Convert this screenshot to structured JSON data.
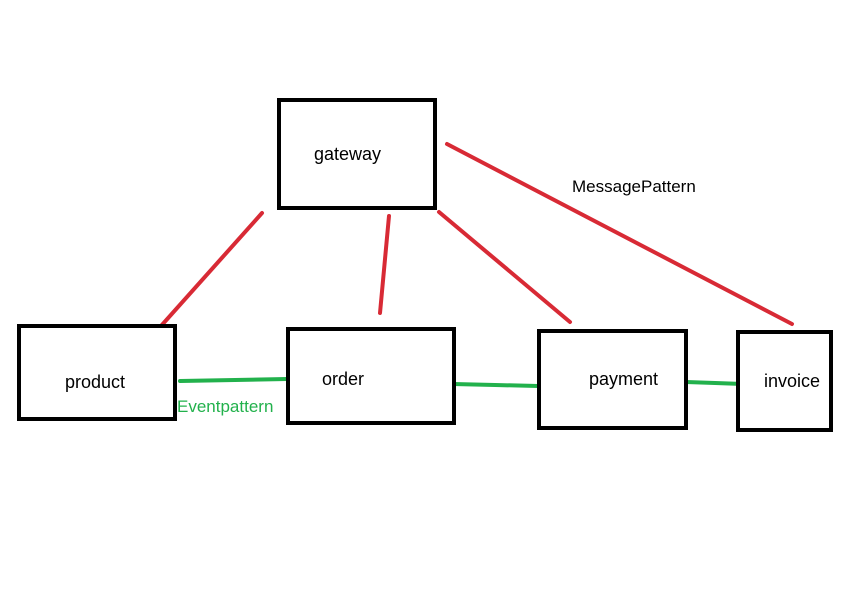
{
  "colors": {
    "message_edge": "#d82a35",
    "event_edge": "#22b14c",
    "box_border": "#000000",
    "message_label_text": "#000000",
    "event_label_text": "#22b14c"
  },
  "nodes": {
    "gateway": "gateway",
    "product": "product",
    "order": "order",
    "payment": "payment",
    "invoice": "invoice"
  },
  "edge_labels": {
    "message": "MessagePattern",
    "event": "Eventpattern"
  },
  "edges": [
    {
      "from": "gateway",
      "to": "product",
      "kind": "message"
    },
    {
      "from": "gateway",
      "to": "order",
      "kind": "message"
    },
    {
      "from": "gateway",
      "to": "payment",
      "kind": "message"
    },
    {
      "from": "gateway",
      "to": "invoice",
      "kind": "message"
    },
    {
      "from": "product",
      "to": "order",
      "kind": "event"
    },
    {
      "from": "order",
      "to": "payment",
      "kind": "event"
    },
    {
      "from": "payment",
      "to": "invoice",
      "kind": "event"
    }
  ]
}
